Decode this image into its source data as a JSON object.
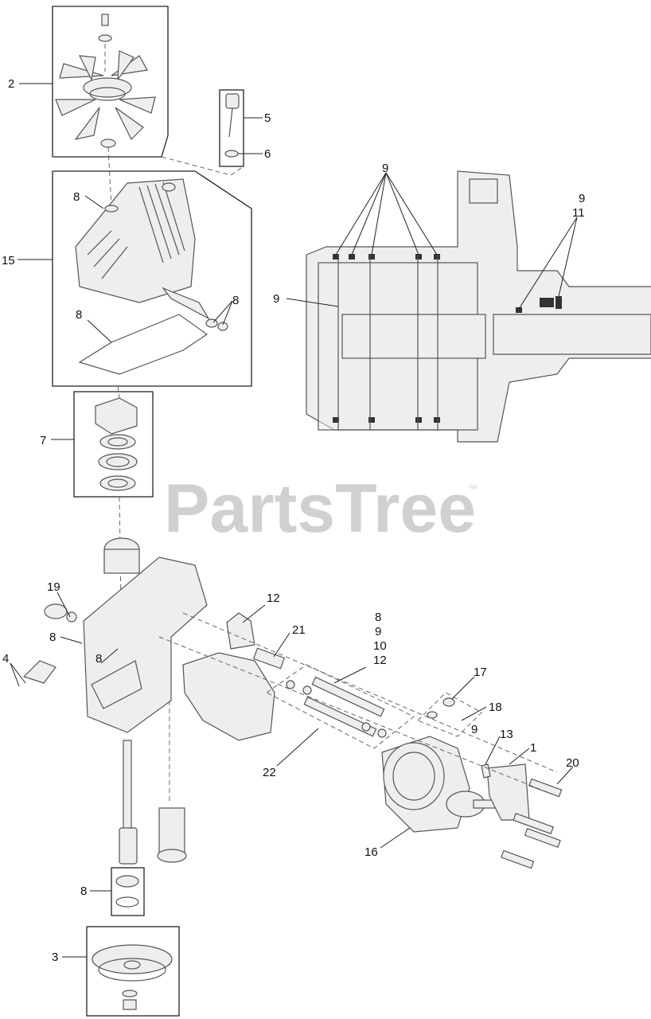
{
  "watermark": {
    "text": "PartsTree",
    "tm": "™"
  },
  "callouts": [
    {
      "id": "c-2",
      "text": "2"
    },
    {
      "id": "c-5",
      "text": "5"
    },
    {
      "id": "c-6",
      "text": "6"
    },
    {
      "id": "c-8a",
      "text": "8"
    },
    {
      "id": "c-15",
      "text": "15"
    },
    {
      "id": "c-8b",
      "text": "8"
    },
    {
      "id": "c-8c",
      "text": "8"
    },
    {
      "id": "c-9top",
      "text": "9"
    },
    {
      "id": "c-9r",
      "text": "9"
    },
    {
      "id": "c-11",
      "text": "11"
    },
    {
      "id": "c-9l",
      "text": "9"
    },
    {
      "id": "c-7",
      "text": "7"
    },
    {
      "id": "c-19",
      "text": "19"
    },
    {
      "id": "c-8d",
      "text": "8"
    },
    {
      "id": "c-4",
      "text": "4"
    },
    {
      "id": "c-8e",
      "text": "8"
    },
    {
      "id": "c-12a",
      "text": "12"
    },
    {
      "id": "c-21",
      "text": "21"
    },
    {
      "id": "c-8f",
      "text": "8"
    },
    {
      "id": "c-9f",
      "text": "9"
    },
    {
      "id": "c-10",
      "text": "10"
    },
    {
      "id": "c-12b",
      "text": "12"
    },
    {
      "id": "c-17",
      "text": "17"
    },
    {
      "id": "c-18",
      "text": "18"
    },
    {
      "id": "c-9g",
      "text": "9"
    },
    {
      "id": "c-13",
      "text": "13"
    },
    {
      "id": "c-1",
      "text": "1"
    },
    {
      "id": "c-20",
      "text": "20"
    },
    {
      "id": "c-22",
      "text": "22"
    },
    {
      "id": "c-16",
      "text": "16"
    },
    {
      "id": "c-8g",
      "text": "8"
    },
    {
      "id": "c-3",
      "text": "3"
    }
  ]
}
